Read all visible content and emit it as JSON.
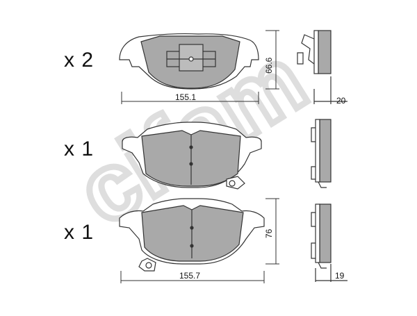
{
  "colors": {
    "pad_fill": "#a9a9a9",
    "outline": "#333333",
    "watermark": "#dedede",
    "text": "#111111"
  },
  "watermark": {
    "text": "cifam"
  },
  "rows": [
    {
      "quantity": "x 2",
      "width_label": "155.1",
      "height_label": "66.6",
      "thickness_label": "20"
    },
    {
      "quantity": "x 1"
    },
    {
      "quantity": "x 1",
      "width_label": "155.7",
      "height_label": "76",
      "thickness_label": "19"
    }
  ]
}
